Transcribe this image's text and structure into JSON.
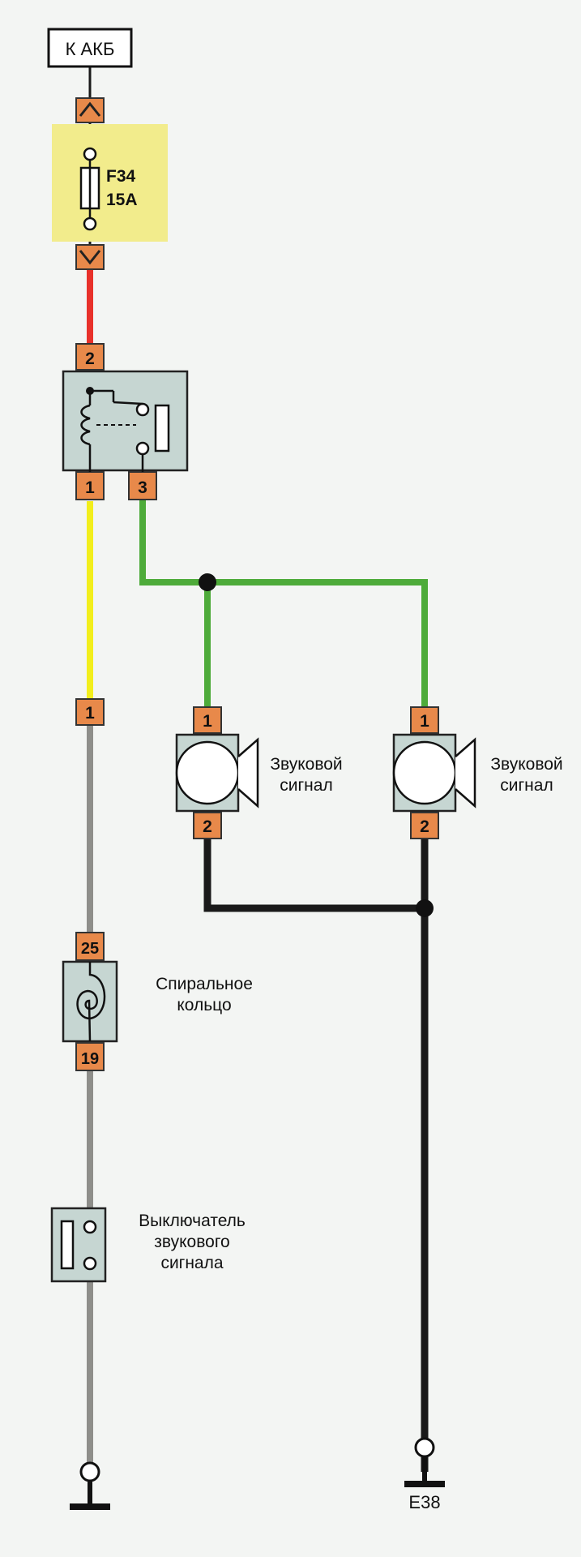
{
  "battery": {
    "label": "К АКБ"
  },
  "fuse": {
    "id": "F34",
    "rating": "15A"
  },
  "relay": {
    "pin_top": "2",
    "pin_left": "1",
    "pin_right": "3"
  },
  "connector": {
    "pin": "1"
  },
  "horns": [
    {
      "label_line1": "Звуковой",
      "label_line2": "сигнал",
      "pin_top": "1",
      "pin_bottom": "2"
    },
    {
      "label_line1": "Звуковой",
      "label_line2": "сигнал",
      "pin_top": "1",
      "pin_bottom": "2"
    }
  ],
  "clockspring": {
    "label_line1": "Спиральное",
    "label_line2": "кольцо",
    "pin_top": "25",
    "pin_bottom": "19"
  },
  "horn_switch": {
    "label_line1": "Выключатель",
    "label_line2": "звукового",
    "label_line3": "сигнала"
  },
  "ground": {
    "label": "E38"
  },
  "colors": {
    "wire_red": "#e8312a",
    "wire_yellow": "#f2ee1c",
    "wire_green": "#4eab3a",
    "wire_black": "#1a1a1a",
    "wire_gray": "#8e8e8a",
    "fuse_highlight": "#f2ec8c",
    "pin_fill": "#e8894a",
    "component_fill": "#c6d6d2"
  }
}
